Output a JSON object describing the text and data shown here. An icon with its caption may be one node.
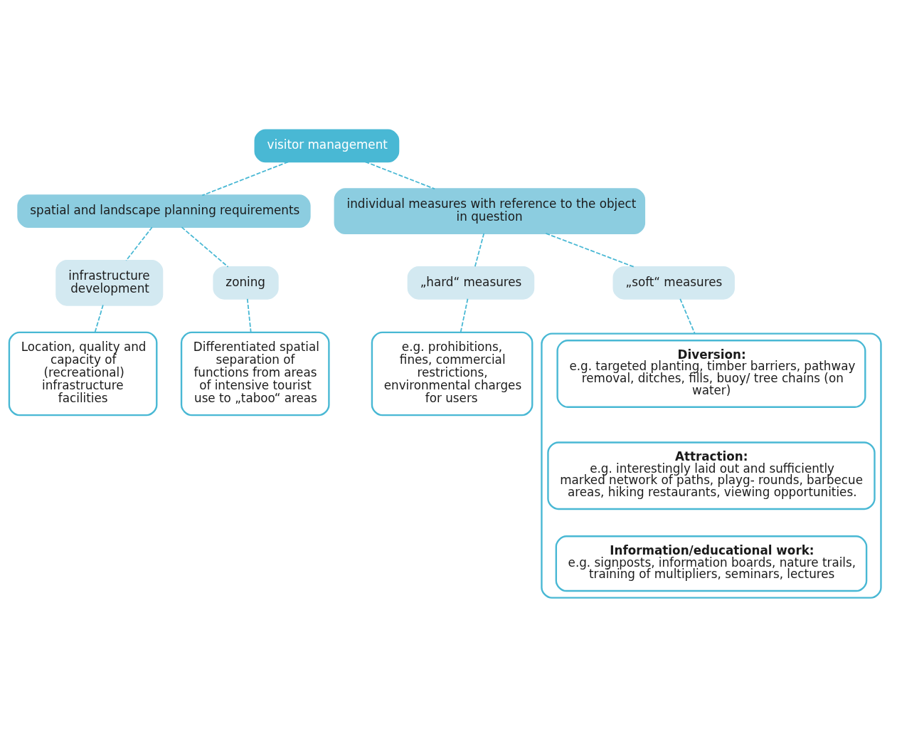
{
  "diagram": {
    "nodes": [
      {
        "text": [
          "visitor management"
        ]
      },
      {
        "text": [
          "spatial and landscape planning requirements"
        ]
      },
      {
        "text": [
          "individual measures with reference to the object in question"
        ]
      },
      {
        "text": [
          "infrastructure development"
        ]
      },
      {
        "text": [
          "zoning"
        ]
      },
      {
        "text": [
          "„hard“ measures"
        ]
      },
      {
        "text": [
          "„soft“ measures"
        ]
      },
      {
        "text": [
          "Location, quality and capacity of (recreational) infrastructure facilities"
        ]
      },
      {
        "text": [
          "Differentiated spatial separation of functions from areas of intensive tourist use to „taboo“ areas"
        ]
      },
      {
        "text": [
          "e.g. prohibitions, fines, commercial restrictions, environmental charges for users"
        ]
      },
      {
        "text": [],
        "shape": "box"
      },
      {
        "text": [
          "Diversion:",
          "e.g. targeted planting, timber barriers, pathway removal, ditches, fills, buoy/ tree chains (on water)"
        ],
        "in": 10
      },
      {
        "text": [
          "Attraction:",
          "e.g. interestingly laid out and sufficiently marked network of paths, playg- rounds, barbecue areas, hiking restaurants, viewing opportunities."
        ],
        "in": 10
      },
      {
        "text": [
          "Information/educational work:",
          "e.g. signposts, information boards, nature trails, training of multipliers, seminars, lectures"
        ],
        "in": 10
      }
    ],
    "edges": [
      {
        "from": 0,
        "to": 1,
        "arrow": "none",
        "style": "dashed"
      },
      {
        "from": 0,
        "to": 2,
        "arrow": "none",
        "style": "dashed"
      },
      {
        "from": 1,
        "to": 3,
        "arrow": "none",
        "style": "dashed"
      },
      {
        "from": 1,
        "to": 4,
        "arrow": "none",
        "style": "dashed"
      },
      {
        "from": 2,
        "to": 5,
        "arrow": "none",
        "style": "dashed"
      },
      {
        "from": 2,
        "to": 6,
        "arrow": "none",
        "style": "dashed"
      },
      {
        "from": 3,
        "to": 7,
        "arrow": "none",
        "style": "dashed"
      },
      {
        "from": 4,
        "to": 8,
        "arrow": "none",
        "style": "dashed"
      },
      {
        "from": 5,
        "to": 9,
        "arrow": "none",
        "style": "dashed"
      },
      {
        "from": 6,
        "to": 10,
        "arrow": "none",
        "style": "dashed"
      }
    ]
  }
}
